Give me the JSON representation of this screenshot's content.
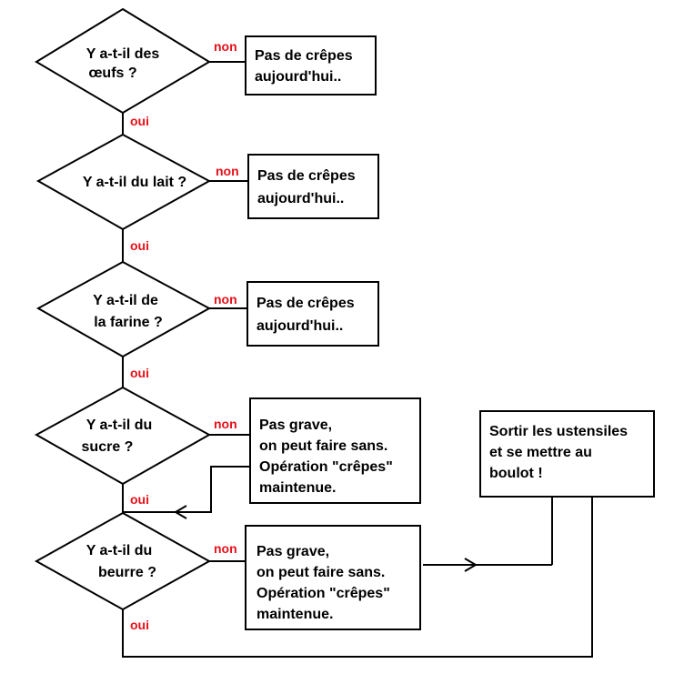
{
  "colors": {
    "line": "#000000",
    "label_yes_no": "#e8101a",
    "background": "#ffffff"
  },
  "decisions": [
    {
      "lines": [
        "Y a-t-il des",
        "œufs ?"
      ],
      "yes": "oui",
      "no": "non"
    },
    {
      "lines": [
        "Y a-t-il du lait ?"
      ],
      "yes": "oui",
      "no": "non"
    },
    {
      "lines": [
        "Y a-t-il de",
        "la farine ?"
      ],
      "yes": "oui",
      "no": "non"
    },
    {
      "lines": [
        "Y a-t-il du",
        "sucre ?"
      ],
      "yes": "oui",
      "no": "non"
    },
    {
      "lines": [
        "Y a-t-il du",
        "beurre ?"
      ],
      "yes": "oui",
      "no": "non"
    }
  ],
  "outcomes": [
    {
      "lines": [
        "Pas de crêpes",
        "aujourd'hui.."
      ]
    },
    {
      "lines": [
        "Pas de crêpes",
        "aujourd'hui.."
      ]
    },
    {
      "lines": [
        "Pas de crêpes",
        "aujourd'hui.."
      ]
    },
    {
      "lines": [
        "Pas grave,",
        "on peut faire sans.",
        "Opération \"crêpes\"",
        "maintenue."
      ]
    },
    {
      "lines": [
        "Pas grave,",
        "on peut faire sans.",
        "Opération \"crêpes\"",
        "maintenue."
      ]
    }
  ],
  "final": {
    "lines": [
      "Sortir les ustensiles",
      "et se mettre au",
      "boulot !"
    ]
  }
}
